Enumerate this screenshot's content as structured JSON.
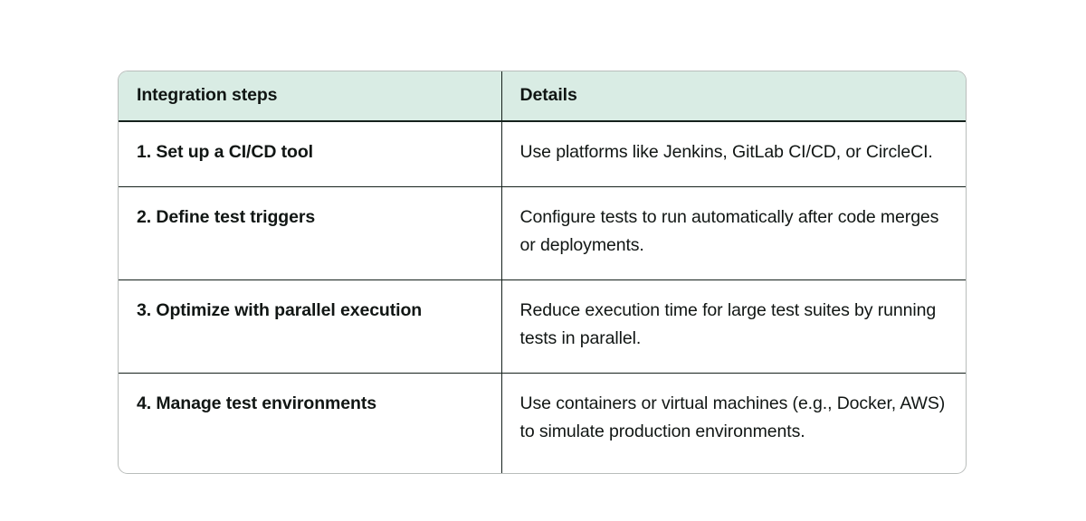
{
  "table": {
    "columns": [
      {
        "key": "steps",
        "label": "Integration steps"
      },
      {
        "key": "details",
        "label": "Details"
      }
    ],
    "rows": [
      {
        "step": "1. Set up a CI/CD tool",
        "detail": "Use platforms like Jenkins, GitLab CI/CD, or CircleCI."
      },
      {
        "step": "2. Define test triggers",
        "detail": "Configure tests to run automatically after code merges or deployments."
      },
      {
        "step": "3. Optimize with parallel execution",
        "detail": "Reduce execution time for large test suites by running tests in parallel."
      },
      {
        "step": "4. Manage test environments",
        "detail": "Use containers or virtual machines (e.g., Docker, AWS) to simulate production environments."
      }
    ]
  },
  "colors": {
    "header_background": "#d9ece4",
    "text": "#111614",
    "rule": "#15211c",
    "outer_border": "#b9bdbb",
    "page_background": "#ffffff"
  }
}
